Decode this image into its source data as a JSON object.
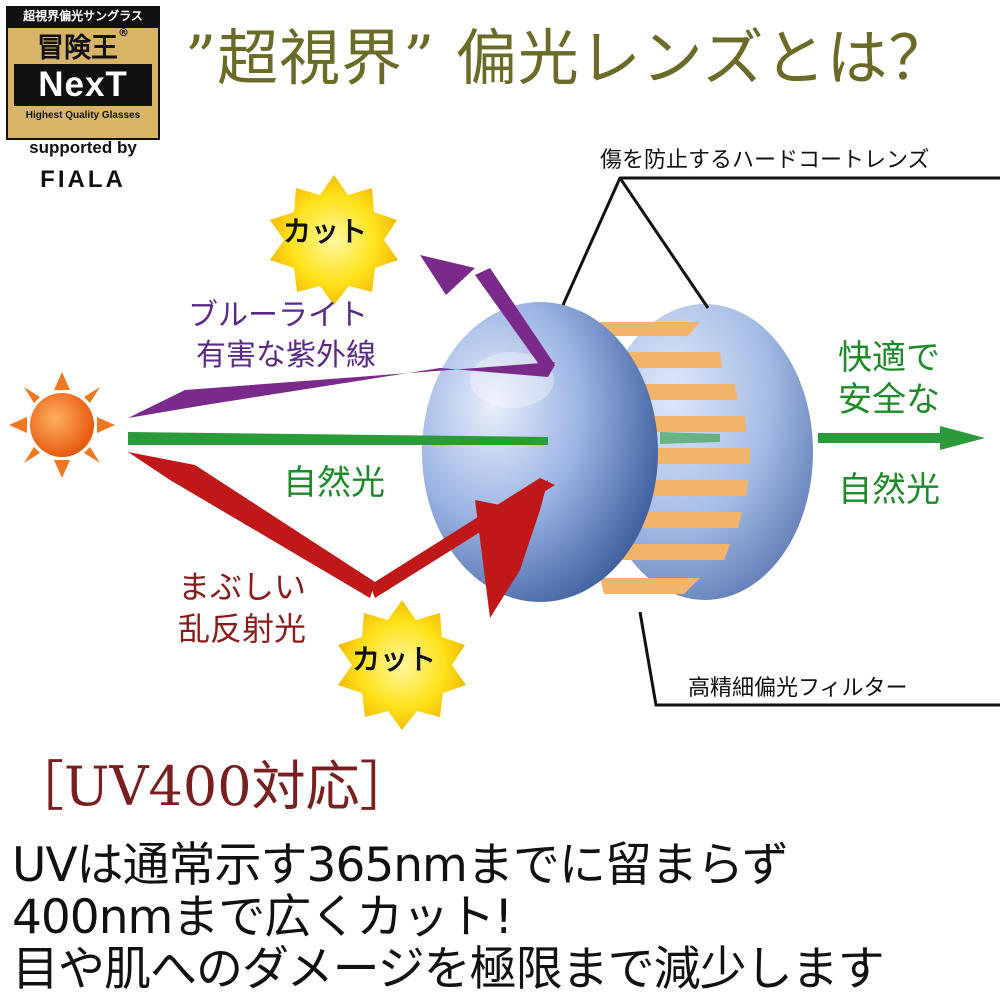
{
  "logo": {
    "tagline": "超視界偏光サングラス",
    "brand": "冒険王",
    "registered": "®",
    "product": "NexT",
    "subtitle": "Highest Quality Glasses",
    "supported": "supported by",
    "maker": "FIALA"
  },
  "title": "”超視界” 偏光レンズとは？",
  "diagram": {
    "labels": {
      "hard_coat": "傷を防止するハードコートレンズ",
      "filter": "高精細偏光フィルター",
      "blue_light": "ブルーライト",
      "uv": "有害な紫外線",
      "natural_left": "自然光",
      "comfortable": "快適で",
      "safe": "安全な",
      "natural_right": "自然光",
      "glare": "まぶしい",
      "scatter": "乱反射光",
      "cut_top": "カット",
      "cut_bottom": "カット"
    },
    "colors": {
      "uv_ray": "#7a2a8a",
      "natural_ray": "#2a9a3a",
      "glare_ray": "#c01818",
      "sun": "#f07820",
      "burst": "#f5d000",
      "lens": "#7e9ed8",
      "filter": "#f0b060"
    }
  },
  "uv400": {
    "heading": "［UV400対応］",
    "lines": [
      "UVは通常示す365nmまでに留まらず",
      "400nmまで広くカット!",
      "目や肌へのダメージを極限まで減少します"
    ]
  }
}
